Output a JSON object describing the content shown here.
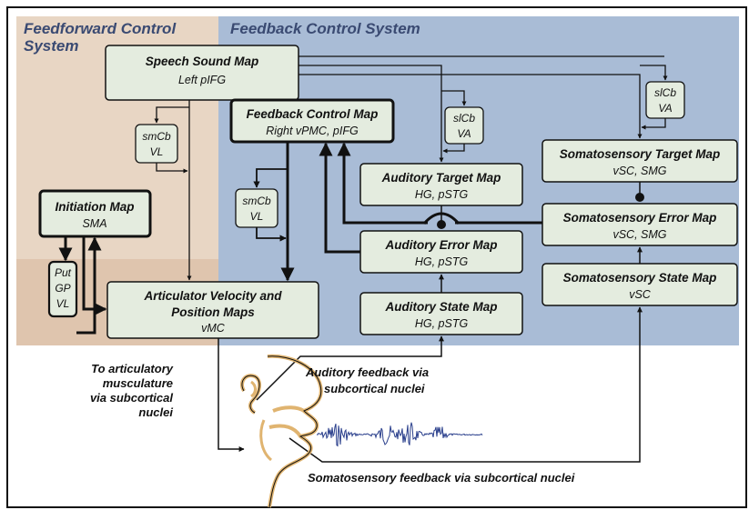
{
  "regions": {
    "feedforward_title_line1": "Feedforward Control",
    "feedforward_title_line2": "System",
    "feedback_title": "Feedback Control System"
  },
  "boxes": {
    "speech_sound_map": {
      "title": "Speech Sound Map",
      "sub": "Left pIFG"
    },
    "feedback_control_map": {
      "title": "Feedback Control Map",
      "sub": "Right vPMC, pIFG"
    },
    "initiation_map": {
      "title": "Initiation Map",
      "sub": "SMA"
    },
    "articulator_maps": {
      "title_line1": "Articulator Velocity and",
      "title_line2": "Position Maps",
      "sub": "vMC"
    },
    "auditory_target_map": {
      "title": "Auditory Target Map",
      "sub": "HG, pSTG"
    },
    "auditory_error_map": {
      "title": "Auditory Error Map",
      "sub": "HG, pSTG"
    },
    "auditory_state_map": {
      "title": "Auditory State Map",
      "sub": "HG, pSTG"
    },
    "somato_target_map": {
      "title": "Somatosensory Target Map",
      "sub": "vSC, SMG"
    },
    "somato_error_map": {
      "title": "Somatosensory Error Map",
      "sub": "vSC, SMG"
    },
    "somato_state_map": {
      "title": "Somatosensory State Map",
      "sub": "vSC"
    }
  },
  "small_boxes": {
    "smcb_upper": {
      "line1": "smCb",
      "line2": "VL"
    },
    "smcb_lower": {
      "line1": "smCb",
      "line2": "VL"
    },
    "slcb_aud": {
      "line1": "slCb",
      "line2": "VA"
    },
    "slcb_som": {
      "line1": "slCb",
      "line2": "VA"
    },
    "basal_ganglia": {
      "line1": "Put",
      "line2": "GP",
      "line3": "VL"
    }
  },
  "labels": {
    "musculature_line1": "To articulatory",
    "musculature_line2": "musculature",
    "musculature_line3": "via subcortical",
    "musculature_line4": "nuclei",
    "auditory_fb_line1": "Auditory feedback via",
    "auditory_fb_line2": "subcortical nuclei",
    "somato_fb": "Somatosensory feedback via subcortical nuclei"
  },
  "colors": {
    "feedforward_bg": "#e8d6c4",
    "feedback_bg": "#a9bcd6",
    "feedforward_title": "#3a4a72",
    "feedback_title": "#3a4a72",
    "box_fill": "#e4ecdf",
    "head_outline": "#e0b470",
    "waveform": "#2a3f8c"
  }
}
